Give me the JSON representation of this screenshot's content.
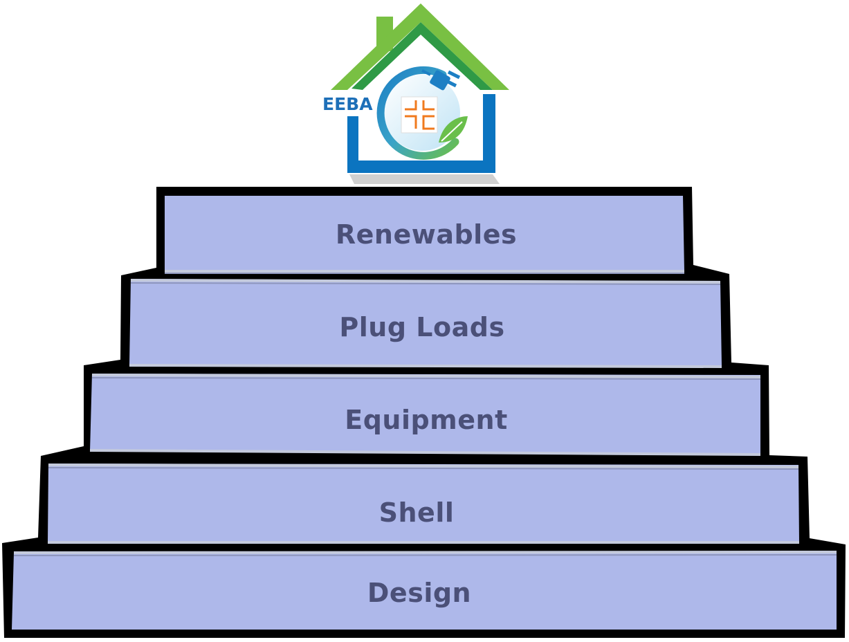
{
  "logo": {
    "text": "EEBA",
    "colors": {
      "roof_green": "#79c043",
      "roof_dark_green": "#2f9a46",
      "wall_blue": "#0b74c0",
      "text_blue": "#1d6fb8",
      "window_orange": "#f07a1e",
      "leaf_green": "#6abf4b"
    }
  },
  "steps": [
    {
      "label": "Renewables"
    },
    {
      "label": "Plug Loads"
    },
    {
      "label": "Equipment"
    },
    {
      "label": "Shell"
    },
    {
      "label": "Design"
    }
  ],
  "colors": {
    "step_fill": "#aeb8ea",
    "step_edge": "#c8cedf",
    "outline": "#000000",
    "label": "#4b5078"
  }
}
